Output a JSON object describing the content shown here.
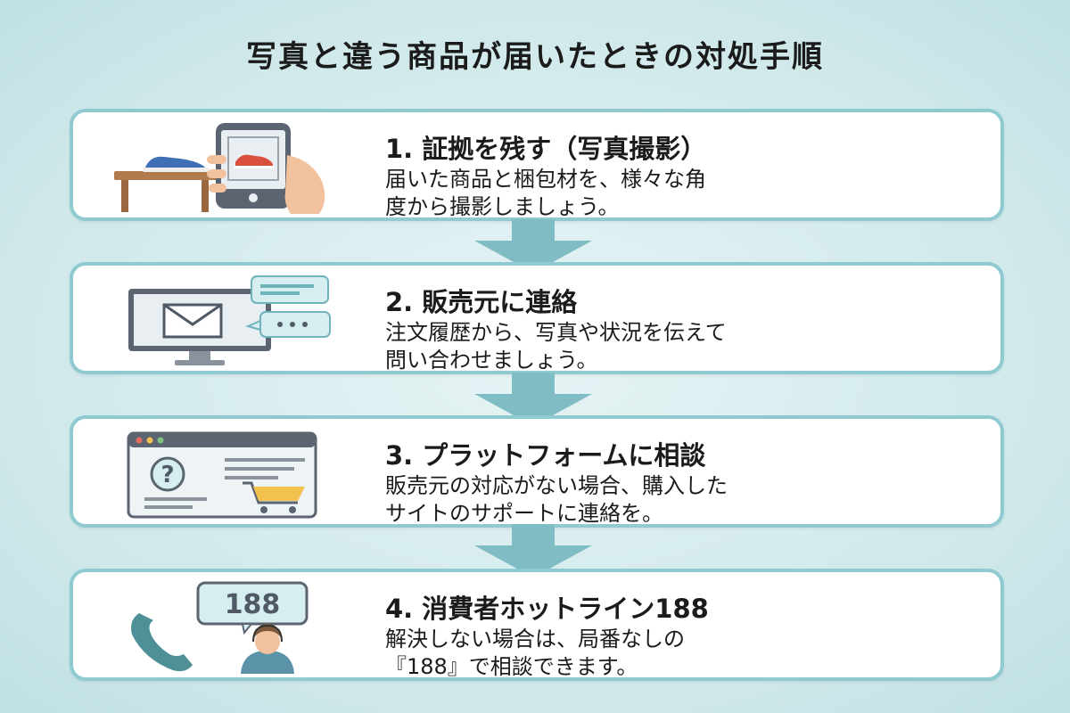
{
  "title": "写真と違う商品が届いたときの対処手順",
  "steps": [
    {
      "heading": "1. 証拠を残す（写真撮影）",
      "line1": "届いた商品と梱包材を、様々な角",
      "line2": "度から撮影しましょう。"
    },
    {
      "heading": "2. 販売元に連絡",
      "line1": "注文履歴から、写真や状況を伝えて",
      "line2": "問い合わせましょう。"
    },
    {
      "heading": "3. プラットフォームに相談",
      "line1": "販売元の対応がない場合、購入した",
      "line2": "サイトのサポートに連絡を。"
    },
    {
      "heading": "4. 消費者ホットライン188",
      "line1": "解決しない場合は、局番なしの",
      "line2": "『188』で相談できます。"
    }
  ],
  "hotline_bubble": "188",
  "colors": {
    "accent": "#8ecad0",
    "arrow": "#7fbcc4",
    "shoe_photo": "#d9503f",
    "shoe_real": "#3f6fb5"
  }
}
